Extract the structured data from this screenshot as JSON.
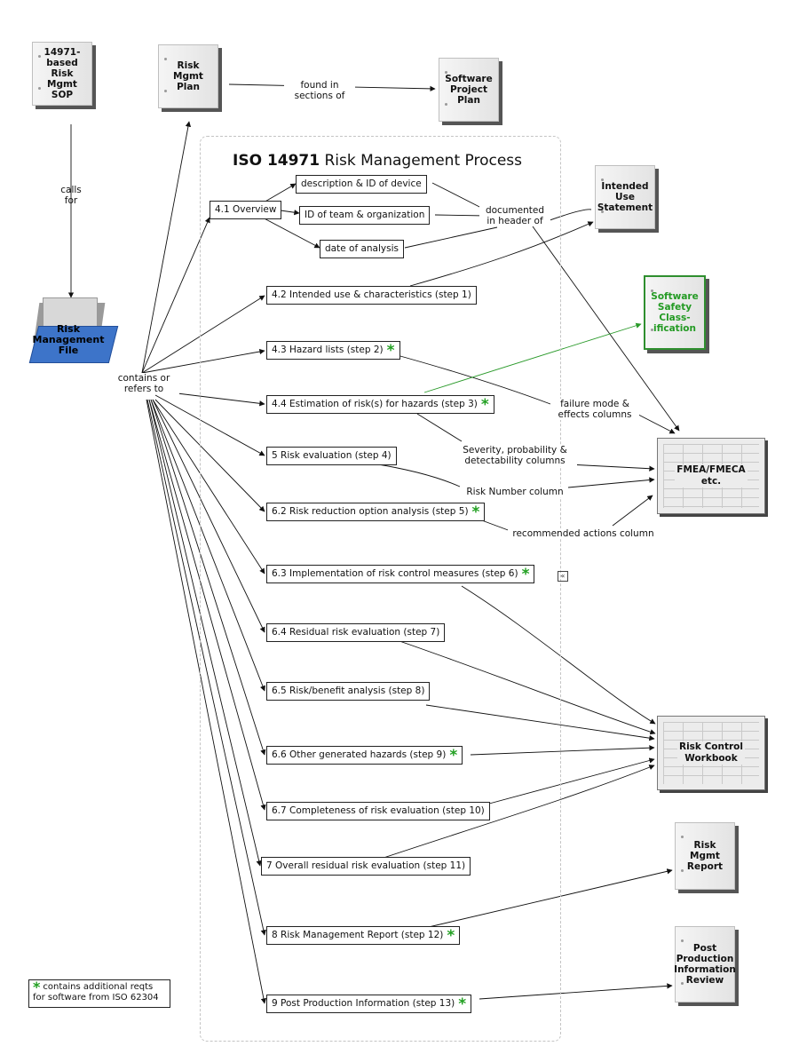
{
  "process": {
    "title_bold": "ISO 14971",
    "title_rest": " Risk Management Process"
  },
  "docs": {
    "sop": "14971-based\nRisk\nMgmt\nSOP",
    "rmplan": "Risk\nMgmt\nPlan",
    "swplan": "Software\nProject\nPlan",
    "intended": "Intended\nUse\nStatement",
    "safety": "Software\nSafety\nClass-\nification",
    "rmreport": "Risk\nMgmt\nReport",
    "ppir": "Post\nProduction\nInformation\nReview"
  },
  "sheets": {
    "fmea": "FMEA/FMECA\netc.",
    "rcw": "Risk Control\nWorkbook"
  },
  "folder": {
    "label": "Risk\nManagement\nFile"
  },
  "labels": {
    "calls_for": "calls\nfor",
    "found_in": "found in\nsections of",
    "contains": "contains or\nrefers to",
    "documented": "documented\nin header of",
    "failure_mode": "failure mode &\neffects columns",
    "severity": "Severity, probability &\ndetectability columns",
    "risk_number": "Risk Number column",
    "recommended": "recommended actions column"
  },
  "overview": {
    "title": "4.1 Overview",
    "items": [
      "description & ID of device",
      "ID of team & organization",
      "date of analysis"
    ]
  },
  "steps": [
    {
      "label": "4.2 Intended use & characteristics (step 1)",
      "star": false
    },
    {
      "label": "4.3 Hazard lists (step 2)",
      "star": true
    },
    {
      "label": "4.4 Estimation of risk(s) for hazards (step 3)",
      "star": true
    },
    {
      "label": "5 Risk evaluation (step 4)",
      "star": false
    },
    {
      "label": "6.2 Risk reduction option analysis (step 5)",
      "star": true
    },
    {
      "label": "6.3 Implementation of risk control measures (step 6)",
      "star": true
    },
    {
      "label": "6.4 Residual risk evaluation (step 7)",
      "star": false
    },
    {
      "label": "6.5 Risk/benefit analysis (step 8)",
      "star": false
    },
    {
      "label": "6.6 Other generated hazards (step 9)",
      "star": true
    },
    {
      "label": "6.7 Completeness of risk evaluation (step 10)",
      "star": false
    },
    {
      "label": "7 Overall residual risk evaluation (step 11)",
      "star": false
    },
    {
      "label": "8 Risk Management Report (step 12)",
      "star": true
    },
    {
      "label": "9 Post Production Information (step 13)",
      "star": true
    }
  ],
  "star_glyph": "*",
  "legend": {
    "text": "contains additional reqts for software from ISO 62304"
  },
  "icon": {
    "collapse": "«"
  },
  "colors": {
    "green": "#22a022",
    "folder_blue": "#3d74c9"
  }
}
